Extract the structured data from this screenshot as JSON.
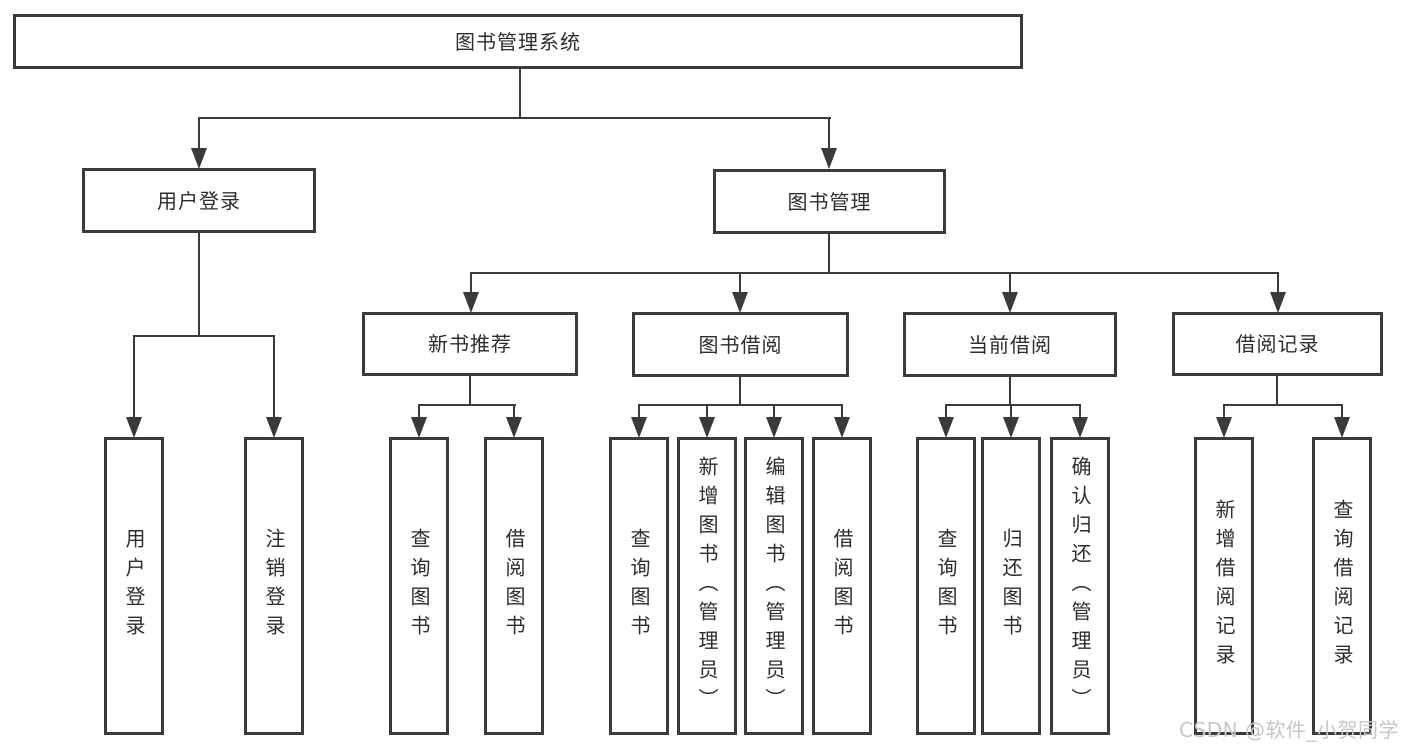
{
  "diagram": {
    "title": "图书管理系统",
    "colors": {
      "line": "#3a3a3a",
      "box_border": "#3a3a3a",
      "text": "#2d2d2d",
      "background": "#ffffff",
      "watermark": "#c7c7c7"
    },
    "nodes": {
      "root": {
        "label": "图书管理系统"
      },
      "user_login": {
        "label": "用户登录"
      },
      "book_mgmt": {
        "label": "图书管理"
      },
      "new_book_rec": {
        "label": "新书推荐"
      },
      "book_borrow": {
        "label": "图书借阅"
      },
      "current_borrow": {
        "label": "当前借阅"
      },
      "borrow_records": {
        "label": "借阅记录"
      },
      "leaf_user_login": {
        "label": "用户登录"
      },
      "leaf_logout": {
        "label": "注销登录"
      },
      "leaf_query_books_rec": {
        "label": "查询图书"
      },
      "leaf_borrow_books_rec": {
        "label": "借阅图书"
      },
      "leaf_query_books_borrow": {
        "label": "查询图书"
      },
      "leaf_add_books_admin": {
        "label": "新增图书（管理员）"
      },
      "leaf_edit_books_admin": {
        "label": "编辑图书（管理员）"
      },
      "leaf_borrow_books_borrow": {
        "label": "借阅图书"
      },
      "leaf_query_books_current": {
        "label": "查询图书"
      },
      "leaf_return_books": {
        "label": "归还图书"
      },
      "leaf_confirm_return_admin": {
        "label": "确认归还（管理员）"
      },
      "leaf_add_borrow_record": {
        "label": "新增借阅记录"
      },
      "leaf_query_borrow_record": {
        "label": "查询借阅记录"
      }
    }
  },
  "watermark": {
    "text": "CSDN @软件_小贺同学"
  }
}
